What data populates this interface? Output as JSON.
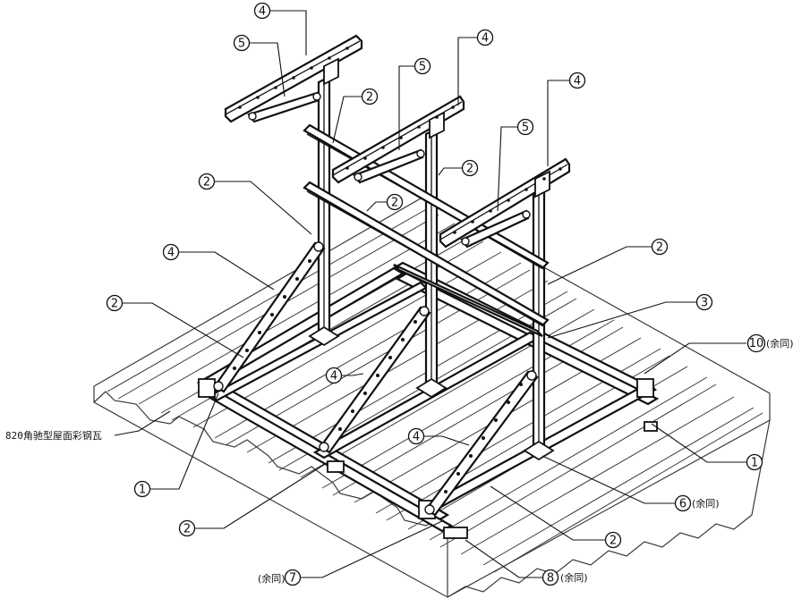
{
  "roof_label": "820角驰型屋面彩钢瓦",
  "callouts": [
    {
      "key": "c4a",
      "num": "4",
      "note": ""
    },
    {
      "key": "c5a",
      "num": "5",
      "note": ""
    },
    {
      "key": "c4b",
      "num": "4",
      "note": ""
    },
    {
      "key": "c5b",
      "num": "5",
      "note": ""
    },
    {
      "key": "c2a",
      "num": "2",
      "note": ""
    },
    {
      "key": "c4c",
      "num": "4",
      "note": ""
    },
    {
      "key": "c5c",
      "num": "5",
      "note": ""
    },
    {
      "key": "c2b",
      "num": "2",
      "note": ""
    },
    {
      "key": "c2c",
      "num": "2",
      "note": ""
    },
    {
      "key": "c2d",
      "num": "2",
      "note": ""
    },
    {
      "key": "c4d",
      "num": "4",
      "note": ""
    },
    {
      "key": "c2e",
      "num": "2",
      "note": ""
    },
    {
      "key": "c2f",
      "num": "2",
      "note": ""
    },
    {
      "key": "c3",
      "num": "3",
      "note": ""
    },
    {
      "key": "c10",
      "num": "10",
      "note": "(余同)"
    },
    {
      "key": "c4e",
      "num": "4",
      "note": ""
    },
    {
      "key": "c4f",
      "num": "4",
      "note": ""
    },
    {
      "key": "c1a",
      "num": "1",
      "note": ""
    },
    {
      "key": "c1b",
      "num": "1",
      "note": ""
    },
    {
      "key": "c6",
      "num": "6",
      "note": "(余同)"
    },
    {
      "key": "c2g",
      "num": "2",
      "note": ""
    },
    {
      "key": "c2h",
      "num": "2",
      "note": ""
    },
    {
      "key": "c7",
      "num": "7",
      "note": "(余同)"
    },
    {
      "key": "c8",
      "num": "8",
      "note": "(余同)"
    }
  ]
}
